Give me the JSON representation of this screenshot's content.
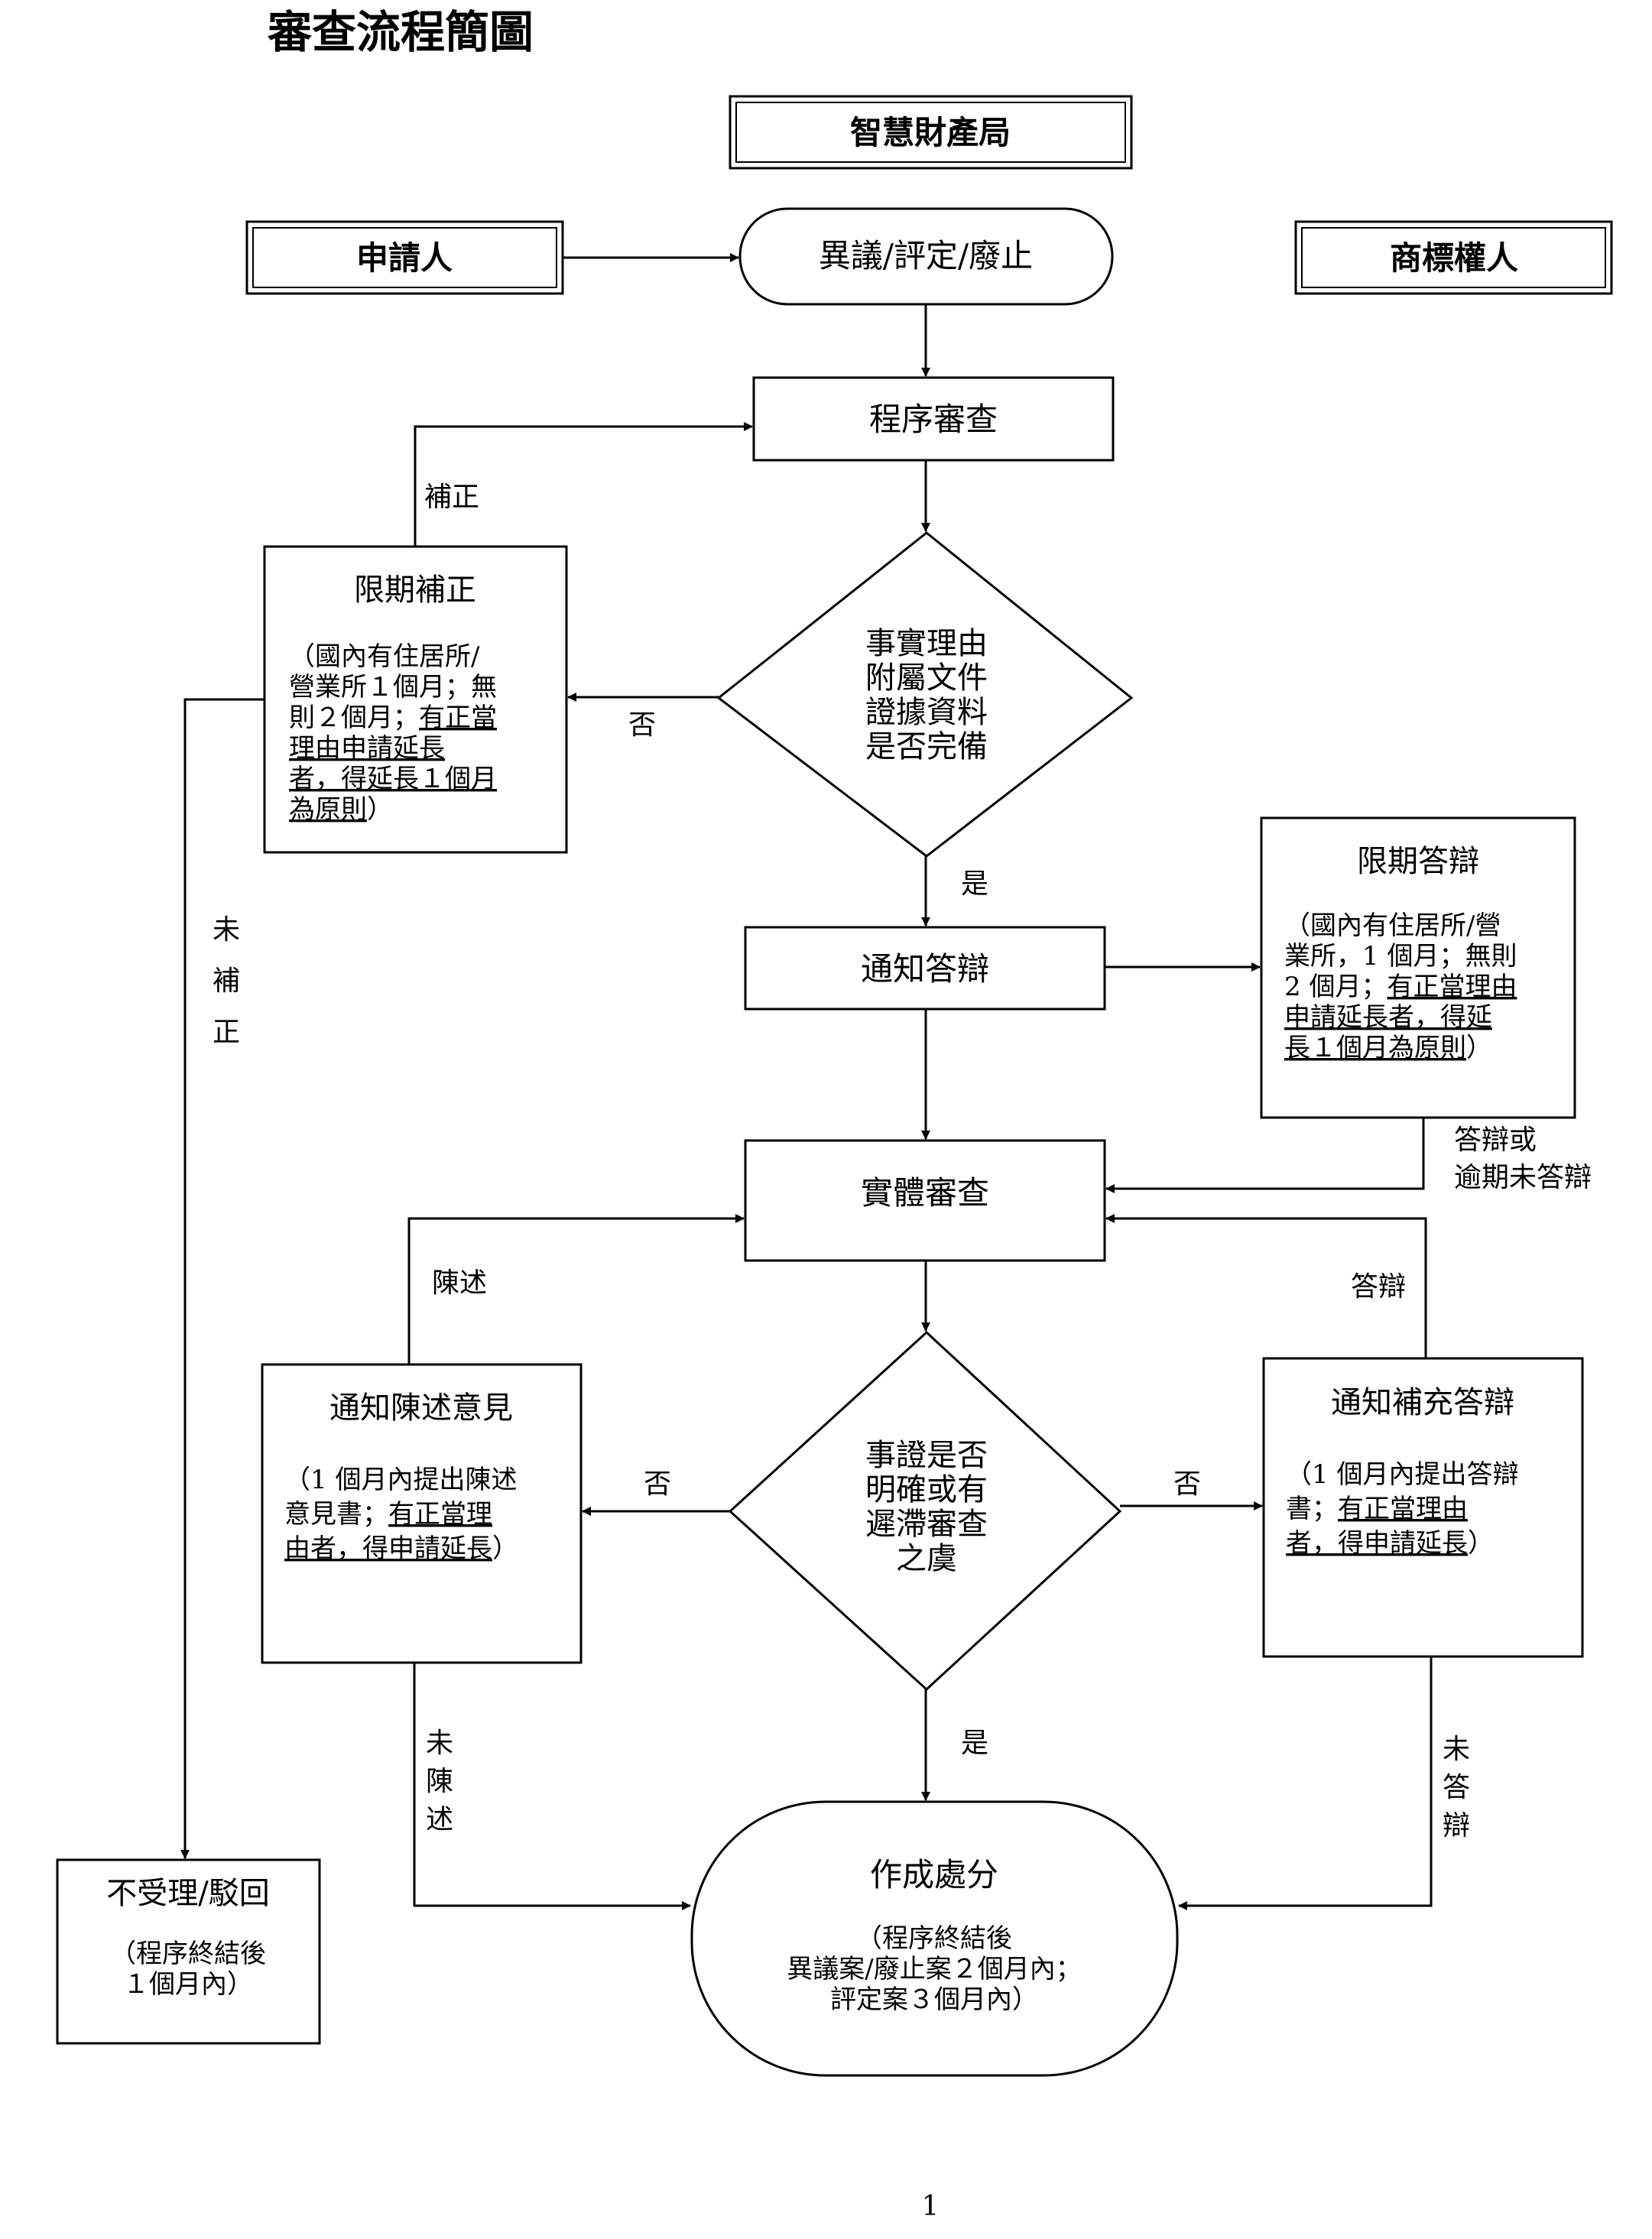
{
  "title": "審查流程簡圖",
  "page_number": "1",
  "nodes": {
    "ipo": "智慧財產局",
    "applicant": "申請人",
    "trademark_owner": "商標權人",
    "start": "異議/評定/廢止",
    "procedural_review": "程序審查",
    "deadline_correction": {
      "title": "限期補正",
      "lines": [
        "（國內有住居所/",
        "營業所１個月；無",
        "則２個月；",
        "有正當",
        "理由申請延長",
        "者，得延長１個月",
        "為原則",
        "）"
      ]
    },
    "diamond1": [
      "事實理由",
      "附屬文件",
      "證據資料",
      "是否完備"
    ],
    "notify_reply": "通知答辯",
    "deadline_reply": {
      "title": "限期答辯",
      "lines": [
        "（國內有住居所/營",
        "業所，1 個月；無則",
        "2 個月；",
        "有正當理由",
        "申請延長者，得延",
        "長１個月為原則",
        "）"
      ]
    },
    "substantive_review": "實體審查",
    "notify_statement": {
      "title": "通知陳述意見",
      "lines": [
        "（1 個月內提出陳述",
        "意見書；",
        "有正當理",
        "由者，得申請延長",
        "）"
      ]
    },
    "diamond2": [
      "事證是否",
      "明確或有",
      "遲滯審查",
      "之虞"
    ],
    "notify_supplement": {
      "title": "通知補充答辯",
      "lines": [
        "（1 個月內提出答辯",
        "書；",
        "有正當理由",
        "者，得申請延長",
        "）"
      ]
    },
    "not_accepted": {
      "title": "不受理/駁回",
      "lines": [
        "（程序終結後",
        "１個月內）"
      ]
    },
    "disposition": {
      "title": "作成處分",
      "lines": [
        "（程序終結後",
        "異議案/廢止案２個月內；",
        "評定案３個月內）"
      ]
    }
  },
  "edge_labels": {
    "correction": "補正",
    "no1": "否",
    "yes1": "是",
    "not_corrected": [
      "未",
      "補",
      "正"
    ],
    "reply_or_overdue": [
      "答辯或",
      "逾期未答辯"
    ],
    "statement": "陳述",
    "reply": "答辯",
    "no2_left": "否",
    "no2_right": "否",
    "yes2": "是",
    "no_statement": [
      "未",
      "陳",
      "述"
    ],
    "no_reply": [
      "未",
      "答",
      "辯"
    ]
  }
}
